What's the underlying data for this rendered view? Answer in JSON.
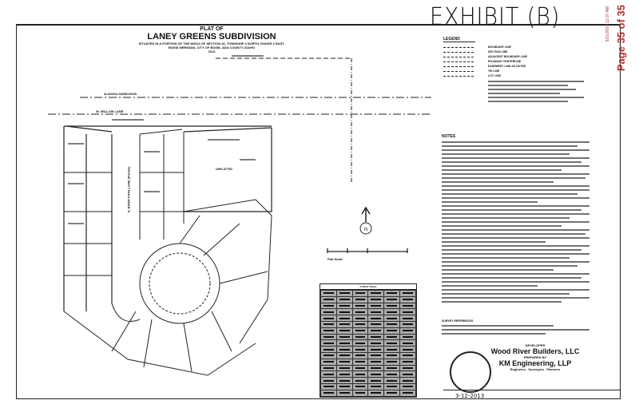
{
  "header": {
    "exhibit": "EXHIBIT (B)",
    "page": "Page 35 of 35",
    "stamp": "5/21/2014 11:07 AM"
  },
  "title": {
    "line1": "PLAT OF",
    "line2": "LANEY GREENS SUBDIVISION",
    "line3": "SITUATED IN A PORTION OF THE NW1/4 OF SECTION 32, TOWNSHIP 4 NORTH, RANGE 2 EAST, BOISE MERIDIAN, CITY OF BOISE, ADA COUNTY, IDAHO",
    "line4": "2013"
  },
  "map": {
    "street1": "W. WILLOW LANE",
    "street2": "N. RIVER PATH LANE (Private)",
    "subdivision_north": "ALANODA SUBDIVISION",
    "unplatted": "UNPLATTED",
    "scale_label": "Plat Scale",
    "north": "N"
  },
  "legend": {
    "heading": "LEGEND",
    "items": [
      "BOUNDARY LINE",
      "SECTION LINE",
      "ADJACENT BOUNDARY LINE",
      "ROADWAY CENTERLINE",
      "EASEMENT LINE AS NOTED",
      "TIE LINE",
      "LOT LINE"
    ]
  },
  "notes": {
    "heading": "NOTES"
  },
  "references": {
    "heading": "SURVEY REFERENCES"
  },
  "curve_table": {
    "title": "CURVE TABLE",
    "rows": 17,
    "cols": 6
  },
  "developer": {
    "label": "DEVELOPER",
    "name": "Wood River Builders, LLC",
    "prepared_by": "PREPARED BY",
    "engineer": "KM Engineering, LLP",
    "engineer_sub": "Engineers . Surveyors . Planners"
  },
  "seal": {
    "date": "3-12-2013"
  }
}
